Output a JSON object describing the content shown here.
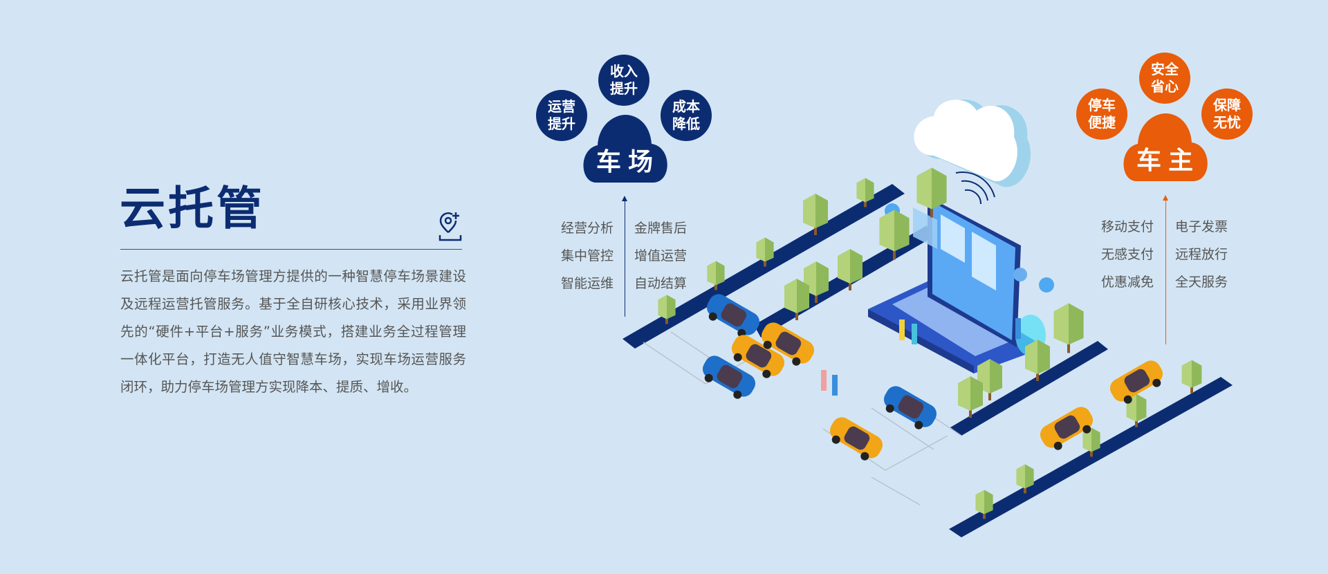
{
  "title": "云托管",
  "description": "云托管是面向停车场管理方提供的一种智慧停车场景建设及远程运营托管服务。基于全自研核心技术，采用业界领先的“硬件+平台+服务”业务模式，搭建业务全过程管理一体化平台，打造无人值守智慧车场，实现车场运营服务闭环，助力停车场管理方实现降本、提质、增收。",
  "parking_lot": {
    "label": "车场",
    "bubbles": [
      "运营\n提升",
      "收入\n提升",
      "成本\n降低"
    ],
    "features_left": [
      "经营分析",
      "集中管控",
      "智能运维"
    ],
    "features_right": [
      "金牌售后",
      "增值运营",
      "自动结算"
    ]
  },
  "car_owner": {
    "label": "车主",
    "bubbles": [
      "停车\n便捷",
      "安全\n省心",
      "保障\n无忧"
    ],
    "features_left": [
      "移动支付",
      "无感支付",
      "优惠减免"
    ],
    "features_right": [
      "电子发票",
      "远程放行",
      "全天服务"
    ]
  },
  "colors": {
    "navy": "#0c2c72",
    "orange": "#e85c0a",
    "background": "#d3e5f4"
  }
}
